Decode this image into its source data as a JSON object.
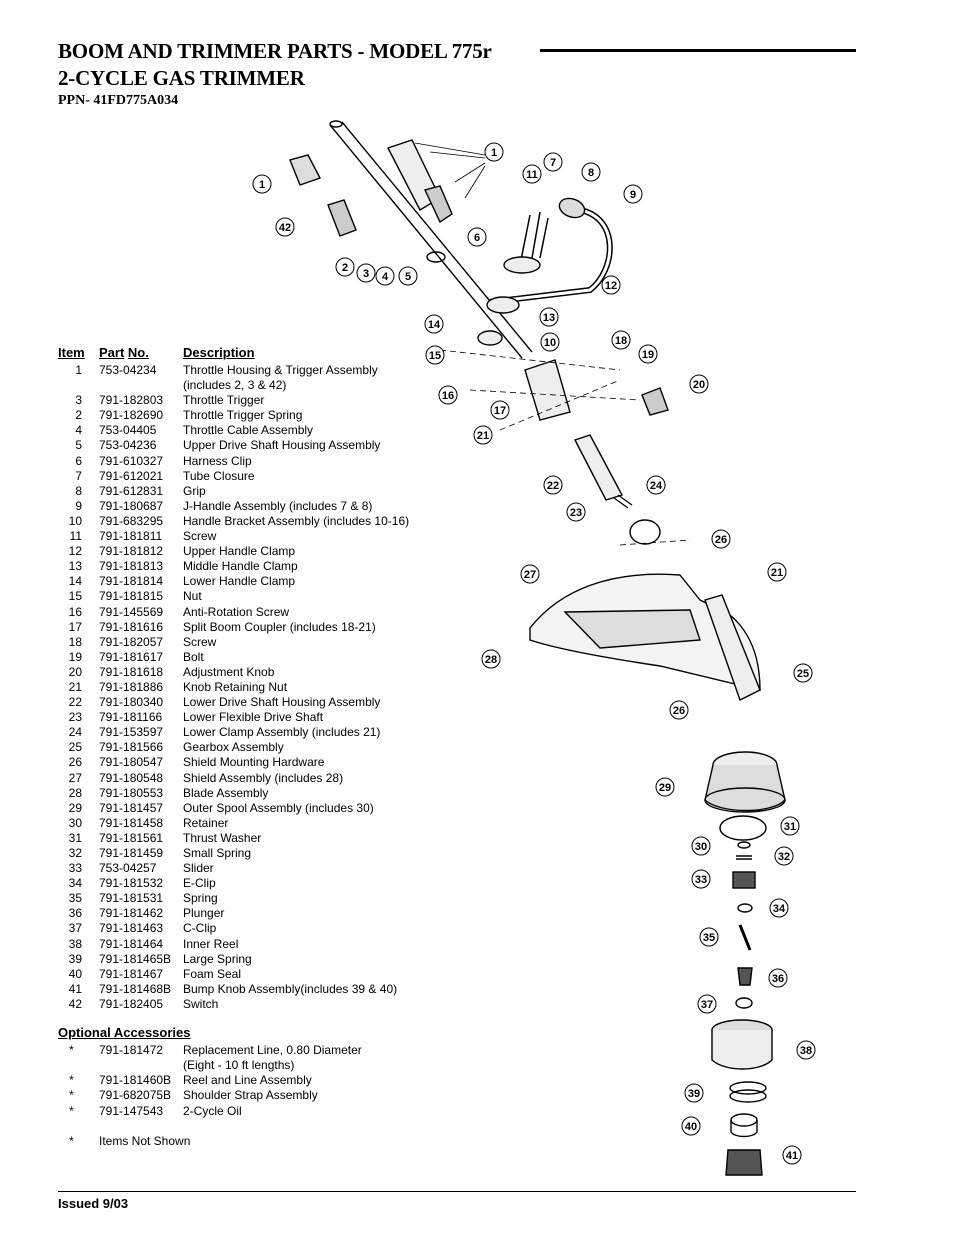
{
  "header": {
    "title_line1": "BOOM AND TRIMMER PARTS - MODEL 775r",
    "title_line2": "2-CYCLE GAS TRIMMER",
    "ppn": "PPN- 41FD775A034"
  },
  "table": {
    "col_item": "Item",
    "col_part_a": "Part",
    "col_part_b": "No.",
    "col_desc": "Description",
    "rows": [
      {
        "item": "1",
        "part": "753-04234",
        "desc": "Throttle Housing & Trigger Assembly\n(includes 2, 3 & 42)"
      },
      {
        "item": "3",
        "part": "791-182803",
        "desc": "Throttle Trigger"
      },
      {
        "item": "2",
        "part": "791-182690",
        "desc": "Throttle Trigger Spring"
      },
      {
        "item": "4",
        "part": "753-04405",
        "desc": "Throttle Cable Assembly"
      },
      {
        "item": "5",
        "part": "753-04236",
        "desc": "Upper Drive Shaft Housing Assembly"
      },
      {
        "item": "6",
        "part": "791-610327",
        "desc": "Harness Clip"
      },
      {
        "item": "7",
        "part": "791-612021",
        "desc": "Tube Closure"
      },
      {
        "item": "8",
        "part": "791-612831",
        "desc": "Grip"
      },
      {
        "item": "9",
        "part": "791-180687",
        "desc": "J-Handle Assembly (includes 7 & 8)"
      },
      {
        "item": "10",
        "part": "791-683295",
        "desc": "Handle Bracket Assembly (includes 10-16)"
      },
      {
        "item": "11",
        "part": "791-181811",
        "desc": "Screw"
      },
      {
        "item": "12",
        "part": "791-181812",
        "desc": "Upper Handle Clamp"
      },
      {
        "item": "13",
        "part": "791-181813",
        "desc": "Middle Handle Clamp"
      },
      {
        "item": "14",
        "part": "791-181814",
        "desc": "Lower Handle Clamp"
      },
      {
        "item": "15",
        "part": "791-181815",
        "desc": "Nut"
      },
      {
        "item": "16",
        "part": "791-145569",
        "desc": "Anti-Rotation Screw"
      },
      {
        "item": "17",
        "part": "791-181616",
        "desc": "Split Boom Coupler (includes 18-21)"
      },
      {
        "item": "18",
        "part": "791-182057",
        "desc": "Screw"
      },
      {
        "item": "19",
        "part": "791-181617",
        "desc": "Bolt"
      },
      {
        "item": "20",
        "part": "791-181618",
        "desc": "Adjustment Knob"
      },
      {
        "item": "21",
        "part": "791-181886",
        "desc": "Knob Retaining Nut"
      },
      {
        "item": "22",
        "part": "791-180340",
        "desc": "Lower Drive Shaft Housing Assembly"
      },
      {
        "item": "23",
        "part": "791-181166",
        "desc": "Lower Flexible Drive Shaft"
      },
      {
        "item": "24",
        "part": "791-153597",
        "desc": "Lower Clamp Assembly (includes 21)"
      },
      {
        "item": "25",
        "part": "791-181566",
        "desc": "Gearbox Assembly"
      },
      {
        "item": "26",
        "part": "791-180547",
        "desc": "Shield Mounting Hardware"
      },
      {
        "item": "27",
        "part": "791-180548",
        "desc": "Shield Assembly (includes 28)"
      },
      {
        "item": "28",
        "part": "791-180553",
        "desc": "Blade Assembly"
      },
      {
        "item": "29",
        "part": "791-181457",
        "desc": "Outer Spool Assembly (includes 30)"
      },
      {
        "item": "30",
        "part": "791-181458",
        "desc": "Retainer"
      },
      {
        "item": "31",
        "part": "791-181561",
        "desc": "Thrust Washer"
      },
      {
        "item": "32",
        "part": "791-181459",
        "desc": "Small Spring"
      },
      {
        "item": "33",
        "part": "753-04257",
        "desc": "Slider"
      },
      {
        "item": "34",
        "part": "791-181532",
        "desc": "E-Clip"
      },
      {
        "item": "35",
        "part": "791-181531",
        "desc": "Spring"
      },
      {
        "item": "36",
        "part": "791-181462",
        "desc": "Plunger"
      },
      {
        "item": "37",
        "part": "791-181463",
        "desc": "C-Clip"
      },
      {
        "item": "38",
        "part": "791-181464",
        "desc": "Inner Reel"
      },
      {
        "item": "39",
        "part": "791-181465B",
        "desc": "Large Spring"
      },
      {
        "item": "40",
        "part": "791-181467",
        "desc": "Foam Seal"
      },
      {
        "item": "41",
        "part": "791-181468B",
        "desc": "Bump Knob Assembly(includes 39 & 40)"
      },
      {
        "item": "42",
        "part": "791-182405",
        "desc": "Switch"
      }
    ]
  },
  "accessories": {
    "title_a": "Optional",
    "title_b": "Accessories",
    "rows": [
      {
        "item": "*",
        "part": "791-181472",
        "desc": "Replacement Line, 0.80 Diameter\n(Eight - 10 ft lengths)"
      },
      {
        "item": "*",
        "part": "791-181460B",
        "desc": "Reel and Line Assembly"
      },
      {
        "item": "*",
        "part": "791-682075B",
        "desc": "Shoulder Strap Assembly"
      },
      {
        "item": "*",
        "part": "791-147543",
        "desc": "2-Cycle Oil"
      }
    ],
    "note_star": "*",
    "note_text": "Items Not Shown"
  },
  "footer": {
    "issued": "Issued 9/03"
  },
  "diagram": {
    "callouts": [
      "1",
      "1",
      "42",
      "2",
      "3",
      "4",
      "5",
      "6",
      "7",
      "8",
      "9",
      "11",
      "12",
      "13",
      "10",
      "14",
      "15",
      "16",
      "17",
      "18",
      "19",
      "20",
      "21",
      "22",
      "23",
      "24",
      "26",
      "21",
      "27",
      "28",
      "25",
      "26",
      "29",
      "31",
      "30",
      "32",
      "33",
      "34",
      "35",
      "36",
      "37",
      "38",
      "39",
      "40",
      "41"
    ]
  }
}
